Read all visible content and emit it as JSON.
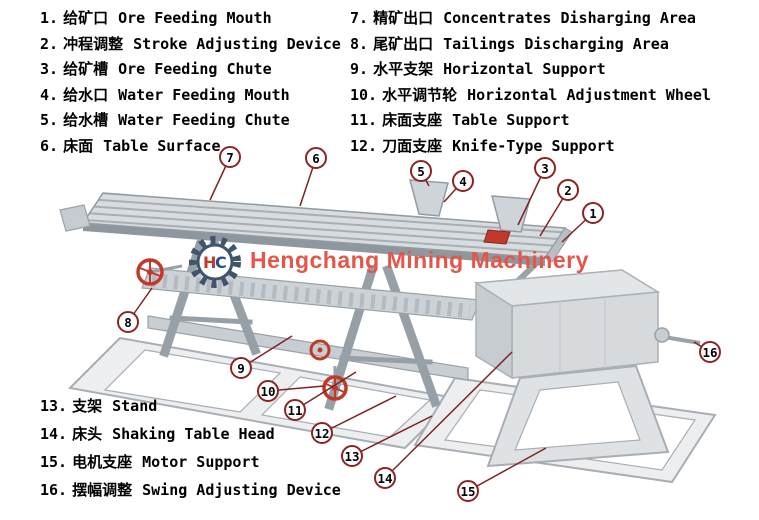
{
  "legend": {
    "top_left": [
      {
        "num": "1.",
        "zh": "给矿口",
        "en": "Ore Feeding Mouth"
      },
      {
        "num": "2.",
        "zh": "冲程调整",
        "en": "Stroke Adjusting Device"
      },
      {
        "num": "3.",
        "zh": "给矿槽",
        "en": "Ore Feeding Chute"
      },
      {
        "num": "4.",
        "zh": "给水口",
        "en": "Water Feeding Mouth"
      },
      {
        "num": "5.",
        "zh": "给水槽",
        "en": "Water Feeding Chute"
      },
      {
        "num": "6.",
        "zh": "床面",
        "en": "Table Surface"
      }
    ],
    "top_right": [
      {
        "num": "7.",
        "zh": "精矿出口",
        "en": "Concentrates Disharging Area"
      },
      {
        "num": "8.",
        "zh": "尾矿出口",
        "en": "Tailings Discharging Area"
      },
      {
        "num": "9.",
        "zh": "水平支架",
        "en": "Horizontal Support"
      },
      {
        "num": "10.",
        "zh": "水平调节轮",
        "en": "Horizontal Adjustment Wheel"
      },
      {
        "num": "11.",
        "zh": "床面支座",
        "en": "Table Support"
      },
      {
        "num": "12.",
        "zh": "刀面支座",
        "en": "Knife-Type Support"
      }
    ],
    "bottom_left": [
      {
        "num": "13.",
        "zh": "支架",
        "en": "Stand"
      },
      {
        "num": "14.",
        "zh": "床头",
        "en": "Shaking Table Head"
      },
      {
        "num": "15.",
        "zh": "电机支座",
        "en": "Motor Support"
      },
      {
        "num": "16.",
        "zh": "摆幅调整",
        "en": "Swing Adjusting Device"
      }
    ]
  },
  "callouts": [
    {
      "label": "1"
    },
    {
      "label": "2"
    },
    {
      "label": "3"
    },
    {
      "label": "4"
    },
    {
      "label": "5"
    },
    {
      "label": "6"
    },
    {
      "label": "7"
    },
    {
      "label": "8"
    },
    {
      "label": "9"
    },
    {
      "label": "10"
    },
    {
      "label": "11"
    },
    {
      "label": "12"
    },
    {
      "label": "13"
    },
    {
      "label": "14"
    },
    {
      "label": "15"
    },
    {
      "label": "16"
    }
  ],
  "watermark": {
    "text": "Hengchang Mining Machinery",
    "color": "#e4564a"
  },
  "logo": {
    "letter1": "H",
    "letter2": "C"
  },
  "colors": {
    "callout_ring": "#8a2525",
    "watermark_red": "#e4564a",
    "machine_gray": "#d8dcdf",
    "accent_red": "#c0392b",
    "logo_blue": "#3f556e"
  }
}
